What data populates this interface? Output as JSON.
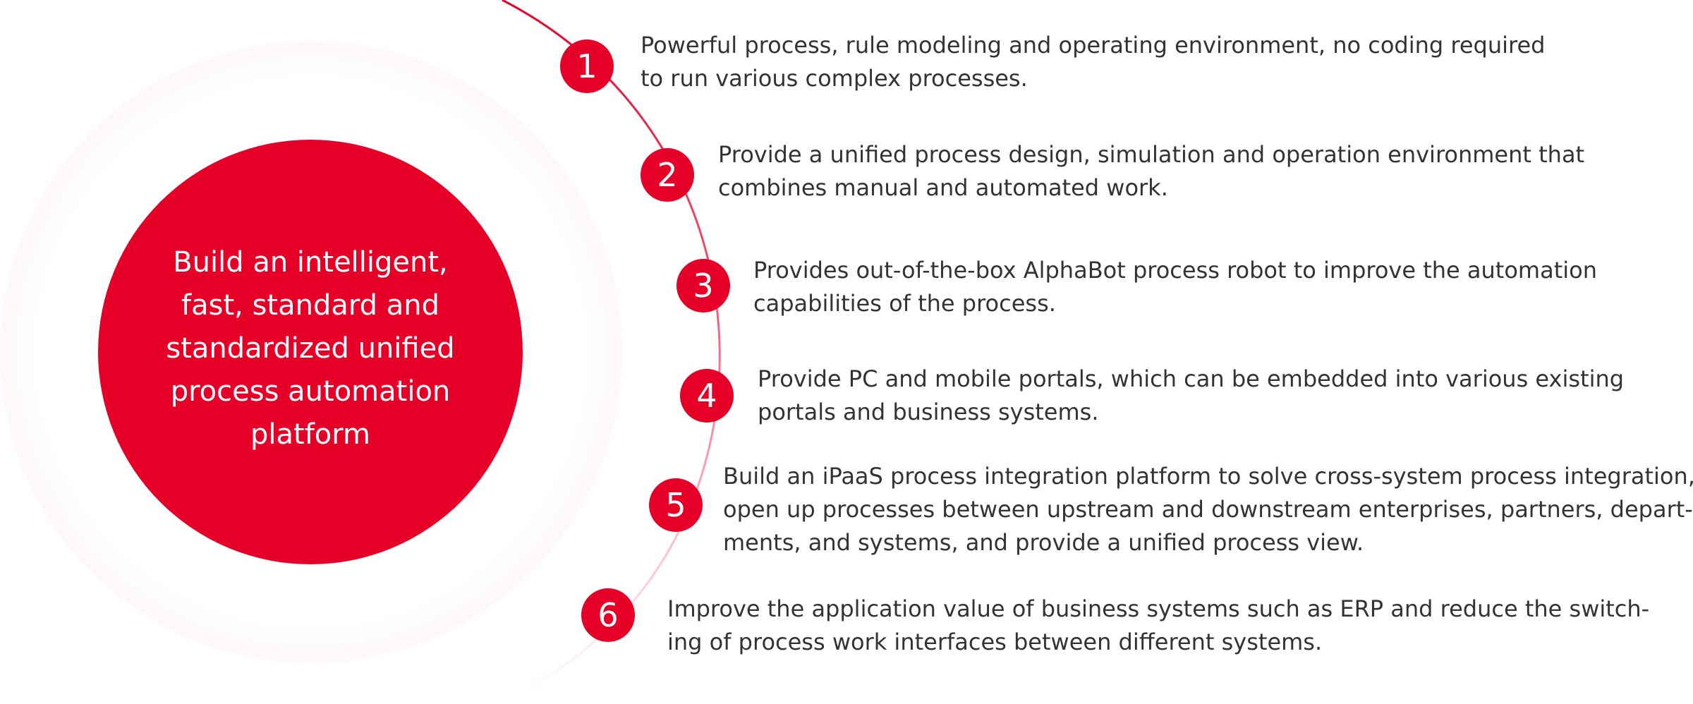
{
  "center": {
    "lines": [
      "Build an intelligent,",
      "fast, standard and",
      "standardized unified",
      "process automation",
      "platform"
    ]
  },
  "items": [
    {
      "number": "1",
      "lines": [
        "Powerful process, rule modeling and operating environment, no coding required",
        "to run various complex processes."
      ]
    },
    {
      "number": "2",
      "lines": [
        "Provide a unified process design, simulation and operation environment that",
        "combines manual and automated work."
      ]
    },
    {
      "number": "3",
      "lines": [
        "Provides out-of-the-box AlphaBot process robot to improve the automation",
        "capabilities of the process."
      ]
    },
    {
      "number": "4",
      "lines": [
        "Provide PC and mobile portals, which can be embedded into various existing",
        "portals and business systems."
      ]
    },
    {
      "number": "5",
      "lines": [
        "Build an iPaaS process integration platform to solve cross-system process integration,",
        "open up processes between upstream and downstream enterprises, partners, depart-",
        "ments, and systems, and provide a unified process view."
      ]
    },
    {
      "number": "6",
      "lines": [
        "Improve the application value of business systems such as ERP and reduce the switch-",
        "ing of process work interfaces between different systems."
      ]
    }
  ],
  "colors": {
    "accent": "#e60028",
    "text": "#333333",
    "arc_start": "#e60028",
    "arc_end": "#f6c3cc"
  }
}
